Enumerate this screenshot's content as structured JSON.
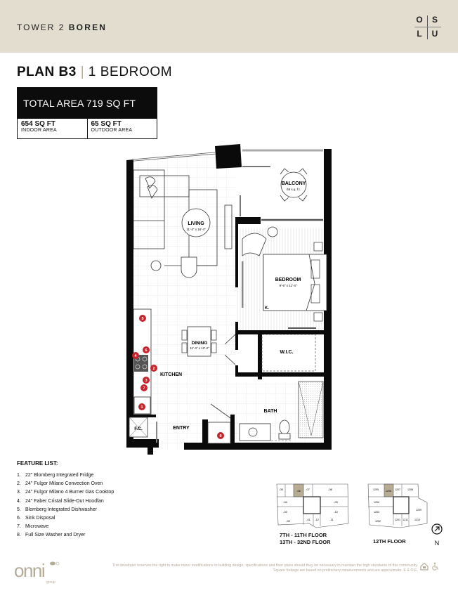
{
  "header": {
    "tower_prefix": "TOWER 2",
    "tower_name": "BOREN",
    "brand_logo": {
      "letters": [
        "O",
        "S",
        "L",
        "U"
      ]
    }
  },
  "plan": {
    "name": "PLAN B3",
    "separator": "|",
    "type": "1 BEDROOM"
  },
  "area": {
    "total": "TOTAL AREA 719 SQ FT",
    "indoor_value": "654 SQ FT",
    "indoor_label": "INDOOR AREA",
    "outdoor_value": "65 SQ FT",
    "outdoor_label": "OUTDOOR AREA"
  },
  "floorplan": {
    "rooms": {
      "living": {
        "name": "LIVING",
        "size": "11'-4\" x 16'-4\""
      },
      "balcony": {
        "name": "BALCONY",
        "size": "65 s.q. f.t."
      },
      "bedroom": {
        "name": "BEDROOM",
        "size": "9'-6\" x 11'-4\""
      },
      "dining": {
        "name": "DINING",
        "size": "11'-4\" x 12'-2\""
      },
      "kitchen": {
        "name": "KITCHEN"
      },
      "wic": {
        "name": "W.I.C."
      },
      "bath": {
        "name": "BATH"
      },
      "entry": {
        "name": "ENTRY"
      },
      "fc": {
        "name": "F.C."
      },
      "k_label": "K."
    },
    "markers": [
      "1",
      "2",
      "3",
      "4",
      "5",
      "6",
      "7",
      "8"
    ],
    "marker_color": "#c8242b"
  },
  "features": {
    "title": "FEATURE LIST:",
    "items": [
      {
        "n": "1.",
        "text": "22\" Blomberg Integrated Fridge"
      },
      {
        "n": "2.",
        "text": "24\" Fulgor Milano Convection Oven"
      },
      {
        "n": "3.",
        "text": "24\" Fulgor Milano 4 Burner Gas Cooktop"
      },
      {
        "n": "4.",
        "text": "24\" Faber Cristal Slide-Out Hoodfan"
      },
      {
        "n": "5.",
        "text": "Blomberg Integrated Dishwasher"
      },
      {
        "n": "6.",
        "text": "Sink Disposal"
      },
      {
        "n": "7.",
        "text": "Microwave"
      },
      {
        "n": "8.",
        "text": "Full Size Washer and Dryer"
      }
    ]
  },
  "keyplans": [
    {
      "label_line1": "7TH - 11TH FLOOR",
      "label_line2": "13TH - 32ND FLOOR",
      "units": [
        "-05",
        "-06",
        "-07",
        "-08",
        "-04",
        "-09",
        "-03",
        "-10",
        "-02",
        "-01",
        "-12",
        "-11"
      ],
      "highlighted": "-06"
    },
    {
      "label_line1": "12TH FLOOR",
      "units": [
        "1205",
        "1206",
        "1207",
        "1208",
        "1204",
        "1209",
        "1203",
        "1202",
        "1201",
        "1211",
        "1210"
      ],
      "highlighted": "1206"
    }
  ],
  "north": {
    "label": "N"
  },
  "footer": {
    "logo_text": "onni",
    "logo_sub": "group",
    "disclaimer": "The developer reserves the right to make minor modifications to building design, specifications and floor plans should they be necessary to maintain the high standards of this community. Square footage are based on preliminary measurements and are approximate. E & O.E.",
    "colors": {
      "header_bg": "#e3ddd0",
      "accent": "#b5ac98"
    }
  }
}
